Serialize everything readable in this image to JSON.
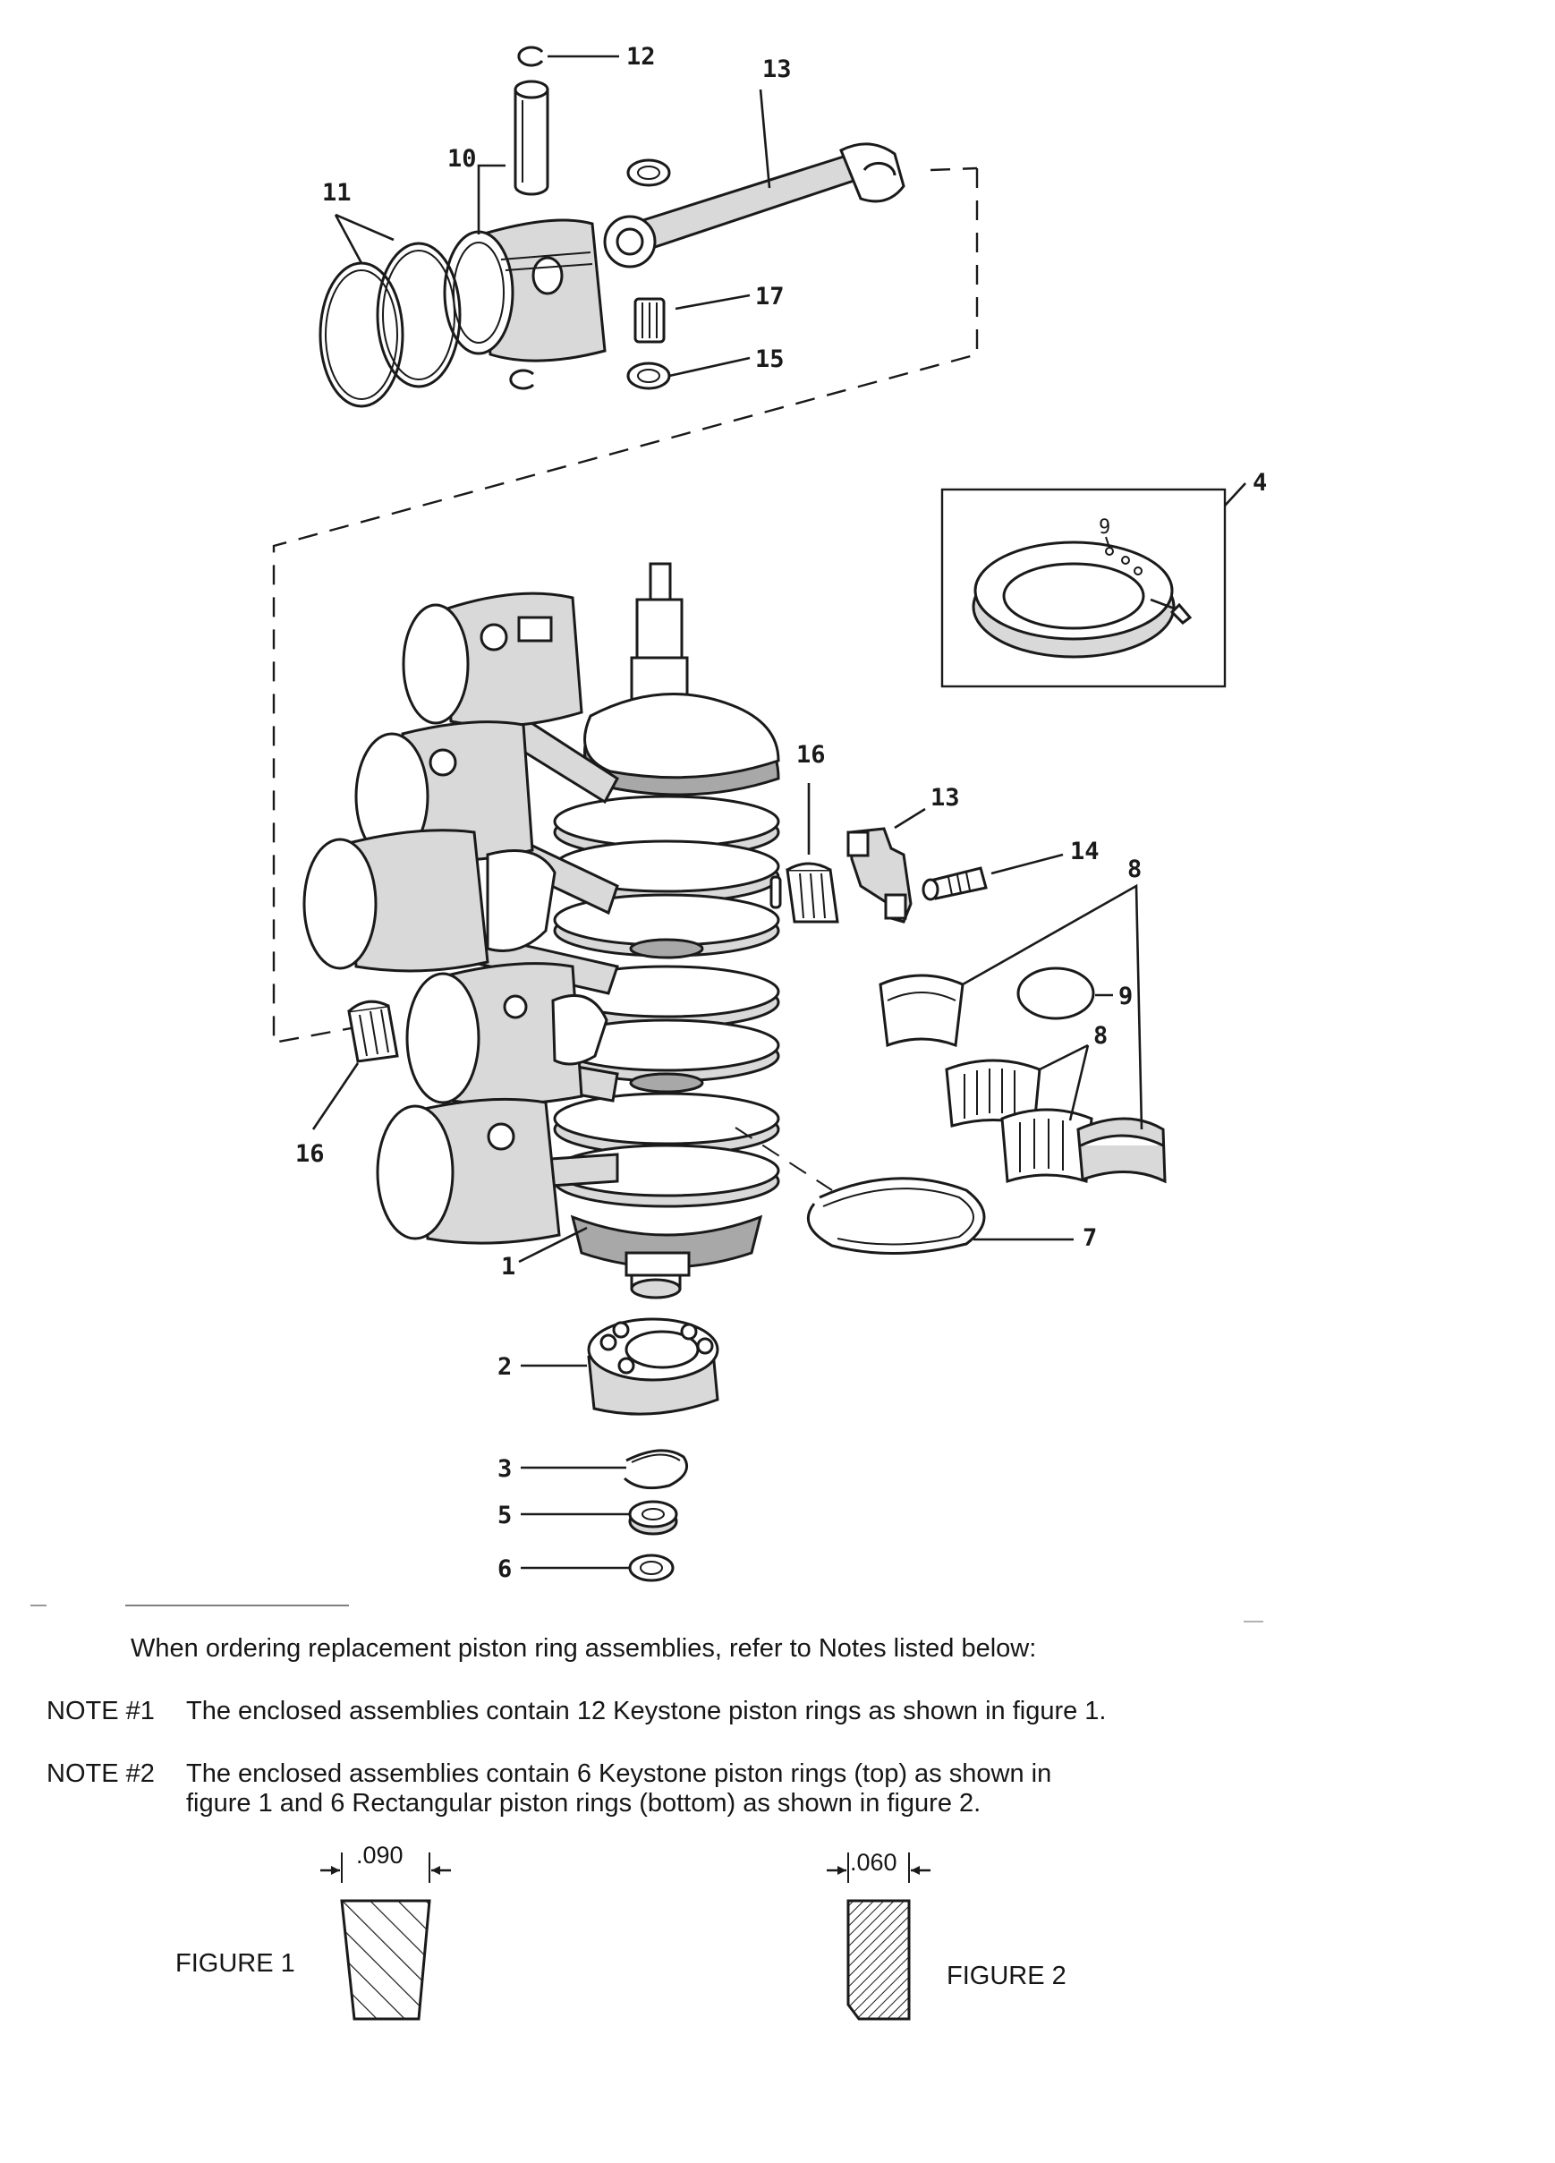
{
  "callouts": {
    "c12": "12",
    "c13_top": "13",
    "c10": "10",
    "c11": "11",
    "c17": "17",
    "c15": "15",
    "c4": "4",
    "c9_inset": "9",
    "c16_mid": "16",
    "c13_mid": "13",
    "c14": "14",
    "c8_top": "8",
    "c9_right": "9",
    "c8_mid": "8",
    "c16_left": "16",
    "c7": "7",
    "c1": "1",
    "c2": "2",
    "c3": "3",
    "c5": "5",
    "c6": "6"
  },
  "intro": "When ordering replacement piston ring assemblies, refer to Notes listed below:",
  "notes": [
    {
      "label": "NOTE #1",
      "lines": [
        "The enclosed assemblies contain 12 Keystone piston rings as shown in figure 1."
      ]
    },
    {
      "label": "NOTE #2",
      "lines": [
        "The enclosed assemblies contain 6 Keystone piston rings (top) as shown in",
        "figure 1 and 6 Rectangular piston rings (bottom) as shown in figure 2."
      ]
    }
  ],
  "figures": [
    {
      "label": "FIGURE 1",
      "dimension": ".090"
    },
    {
      "label": "FIGURE 2",
      "dimension": ".060"
    }
  ]
}
